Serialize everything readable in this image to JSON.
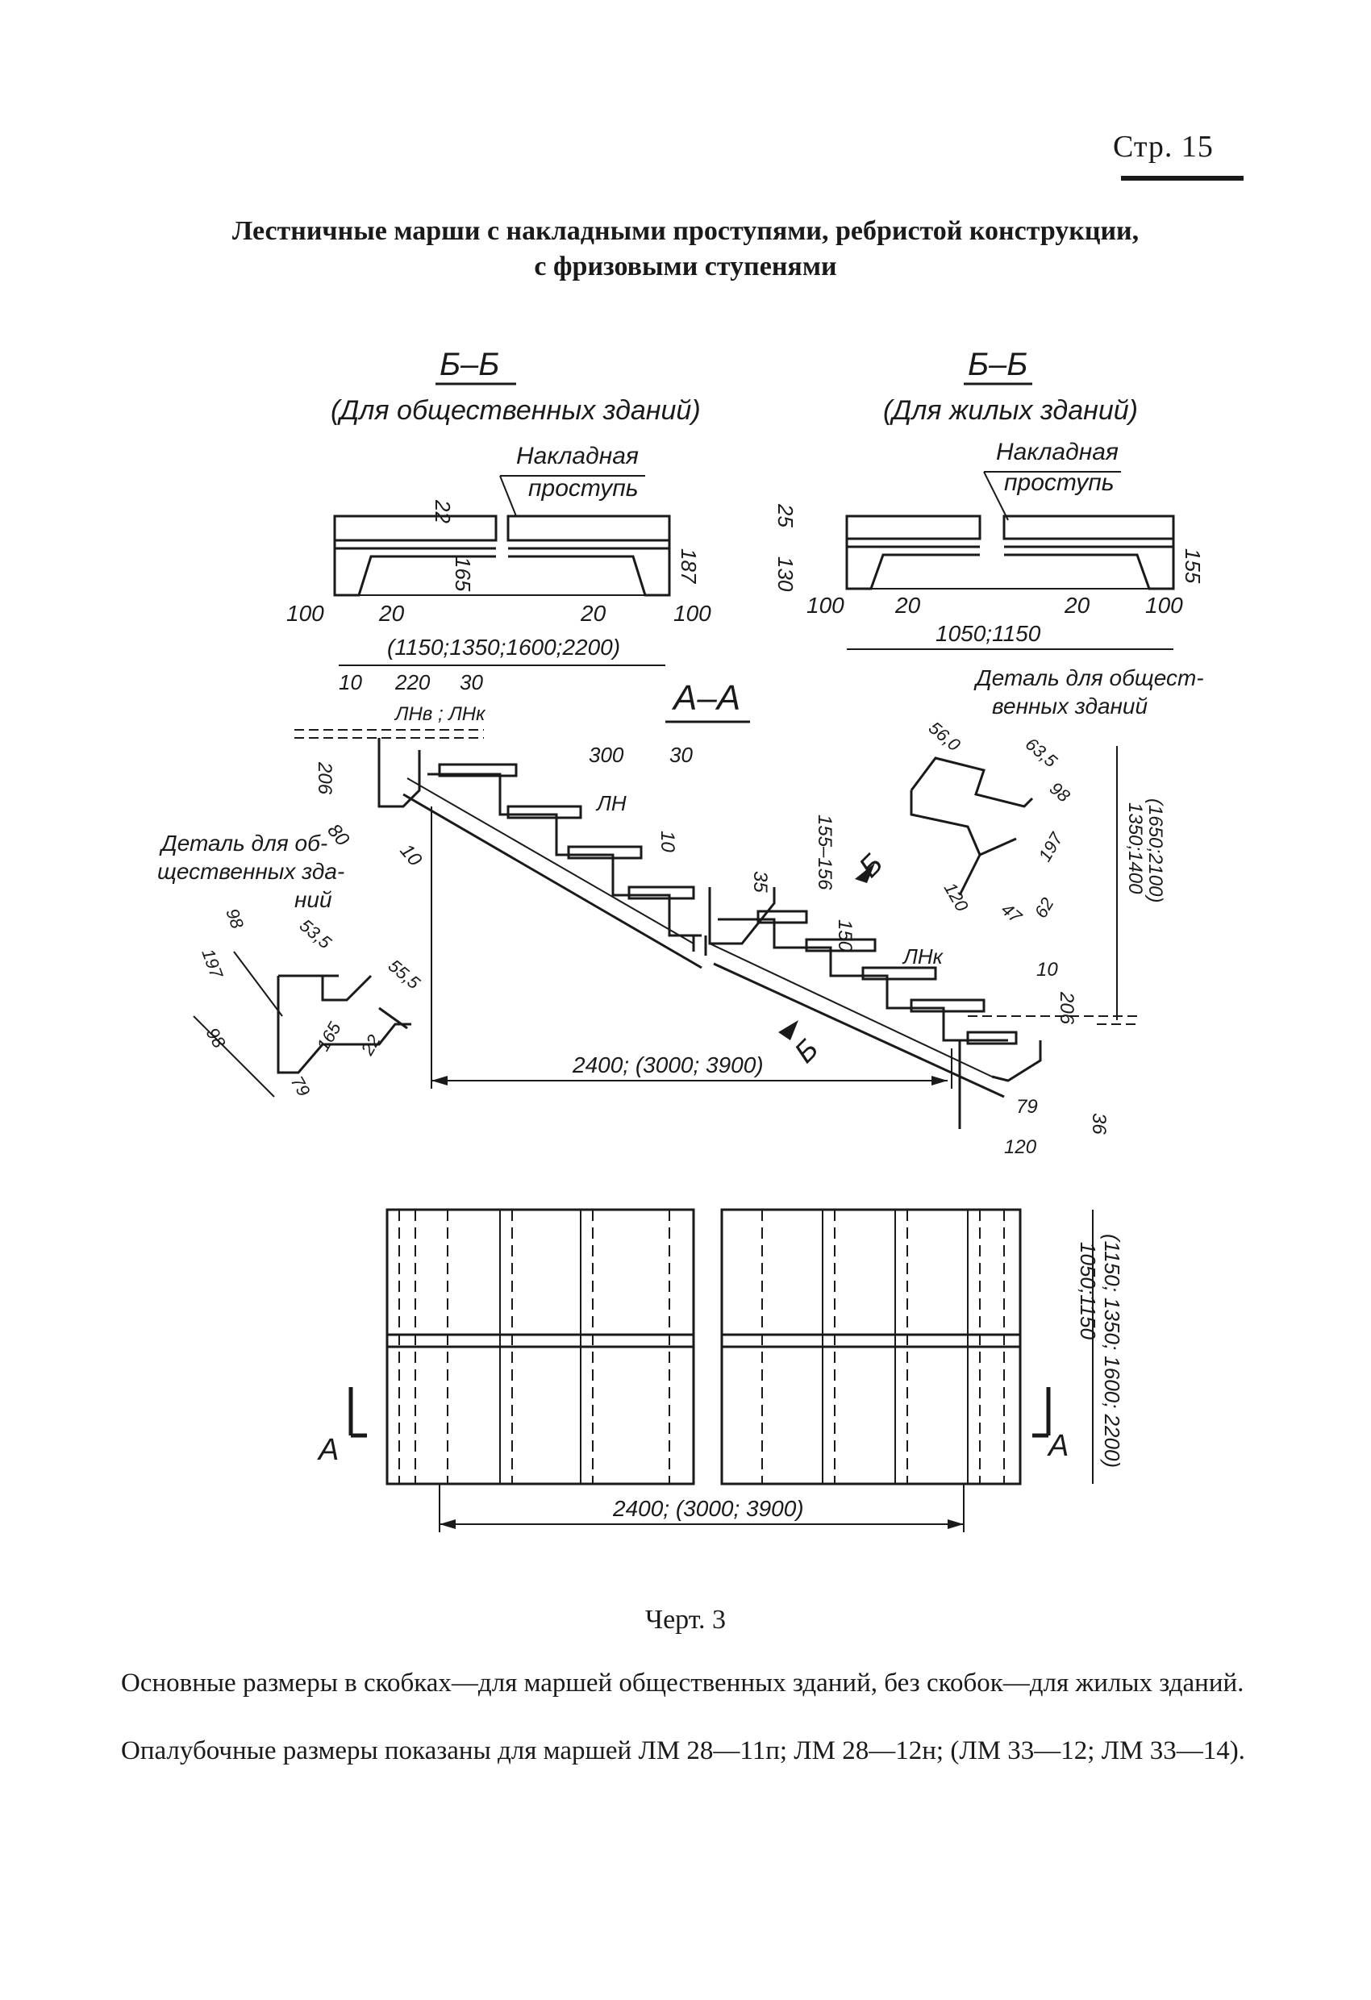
{
  "page_number": "Стр. 15",
  "title_line1": "Лестничные марши с накладными проступями, ребристой конструкции,",
  "title_line2": "с фризовыми ступенями",
  "drawing": {
    "section_bb": "Б–Б",
    "public_caption": "(Для общественных зданий)",
    "residential_caption": "(Для жилых зданий)",
    "overlay_tread_1": "Накладная",
    "overlay_tread_2": "проступь",
    "section_aa": "А–А",
    "detail_public_left": [
      "Деталь для об-",
      "щественных зда-",
      "ний"
    ],
    "detail_public_right": [
      "Деталь для общест-",
      "венных зданий"
    ],
    "dims_bb_public": [
      "22",
      "165",
      "187",
      "100",
      "20",
      "20",
      "100",
      "(1150;1350;1600;2200)"
    ],
    "dims_bb_residential": [
      "25",
      "130",
      "155",
      "100",
      "20",
      "20",
      "100",
      "1050;1150"
    ],
    "dims_aa": [
      "10",
      "220",
      "30",
      "ЛНв ; ЛНк",
      "206",
      "80",
      "10",
      "300",
      "30",
      "ЛН",
      "10",
      "35",
      "155–156",
      "150",
      "ЛНк",
      "10",
      "206",
      "2400; (3000; 3900)",
      "79",
      "36",
      "120"
    ],
    "dims_detail_right": [
      "56,0",
      "63,5",
      "98",
      "197",
      "120",
      "47",
      "62",
      "1350;1400",
      "(1650;2100)"
    ],
    "dims_detail_left": [
      "98",
      "53,5",
      "55,5",
      "197",
      "98",
      "165",
      "22",
      "79"
    ],
    "marker_b": "Б",
    "marker_a": "А",
    "plan_dims": [
      "2400; (3000; 3900)",
      "1050;1150",
      "(1150; 1350; 1600; 2200)"
    ]
  },
  "figure_caption": "Черт. 3",
  "note1": "Основные размеры в скобках—для маршей общественных зданий, без скобок—для жилых зданий.",
  "note2": "Опалубочные размеры показаны для маршей ЛМ 28—11п; ЛМ 28—12н; (ЛМ 33—12; ЛМ 33—14)."
}
